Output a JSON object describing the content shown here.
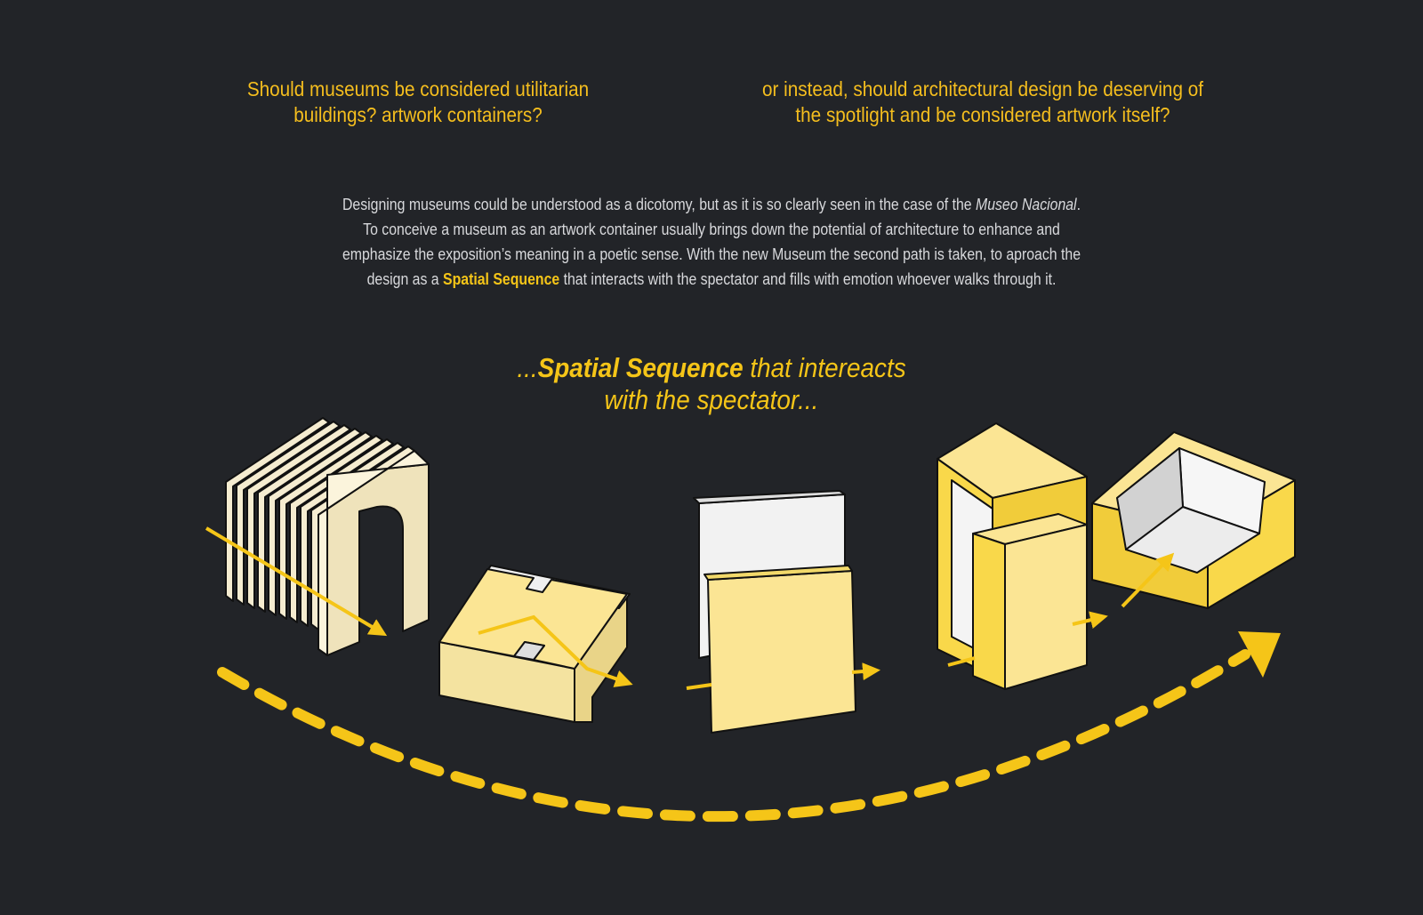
{
  "questions": {
    "left_line1": "Should museums be considered utilitarian",
    "left_line2": "buildings? artwork containers?",
    "right_line1": "or instead, should architectural design be deserving of",
    "right_line2": "the spotlight and be considered artwork itself?"
  },
  "paragraph": {
    "line1_a": "Designing museums could be understood as a dicotomy, but as it is so clearly seen in the case of the ",
    "line1_em": "Museo Nacional",
    "line1_b": ".",
    "line2": "To conceive a museum as an artwork container usually brings down the potential of architecture to enhance and",
    "line3": "emphasize the exposition’s meaning in a poetic sense. With the new Museum the second path is taken, to aproach the",
    "line4_a": "design as a ",
    "line4_strong": "Spatial Sequence",
    "line4_b": " that interacts with the spectator and fills with emotion whoever walks through it."
  },
  "heading": {
    "prefix": "...",
    "strong": "Spatial Sequence",
    "rest": " that intereacts",
    "line2": "with the spectator..."
  },
  "colors": {
    "background": "#222428",
    "accent": "#f5c518",
    "cream": "#f5eccc",
    "pale_yellow": "#fbe594",
    "yellow": "#f9d84a",
    "white": "#f4f4f4"
  }
}
